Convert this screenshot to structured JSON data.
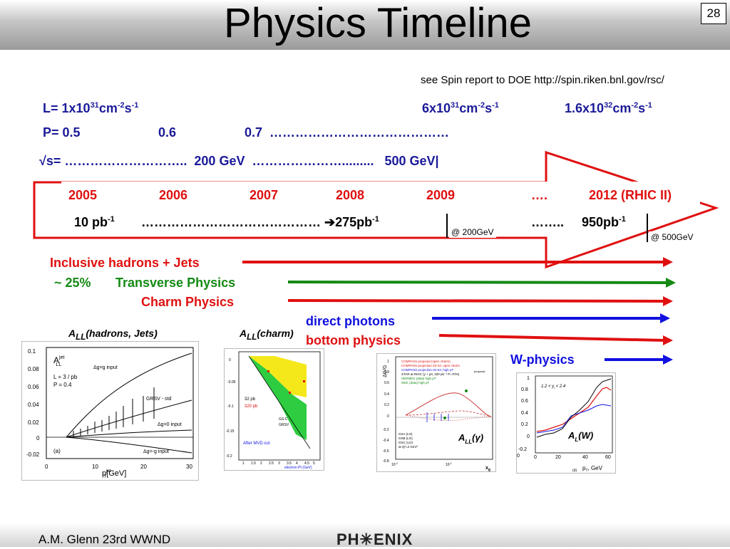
{
  "slide": {
    "title": "Physics Timeline",
    "page_number": "28",
    "note": "see Spin report to DOE http://spin.riken.bnl.gov/rsc/",
    "author": "A.M. Glenn 23rd WWND",
    "logo_text": "PH✳ENIX"
  },
  "luminosity": {
    "label": "L= 1x10",
    "l1_exp": "31",
    "unit_cm": "cm",
    "cm_exp": "-2",
    "unit_s": "s",
    "s_exp": "-1",
    "l2_base": "6x10",
    "l2_exp": "31",
    "l3_base": "1.6x10",
    "l3_exp": "32"
  },
  "polarization": {
    "label": "P= 0.5",
    "p2": "0.6",
    "p3": "0.7  ……………………………………"
  },
  "energy": {
    "text": "√s= ………………………..  200 GeV  ………………….........   500 GeV|"
  },
  "years": [
    "2005",
    "2006",
    "2007",
    "2008",
    "2009",
    "….",
    "2012 (RHIC II)"
  ],
  "integrated_lumi": {
    "first": "10 pb",
    "first_exp": "-1",
    "dots": "…………………………………… ➔275pb",
    "second_exp": "-1",
    "dots2": "……..     950pb",
    "third_exp": "-1",
    "tag1": "@ 200GeV",
    "tag2": "@ 500GeV"
  },
  "programs": {
    "inclusive": "Inclusive hadrons + Jets",
    "tilde": "~ 25%",
    "transverse": "Transverse Physics",
    "charm": "Charm Physics",
    "photons": "direct photons",
    "bottom": "bottom physics",
    "wphysics": "W-physics"
  },
  "captions": {
    "c1_a": "A",
    "c1_sub": "LL",
    "c1_b": "(hadrons, Jets)",
    "c2_a": "A",
    "c2_sub": "LL",
    "c2_b": "(charm)"
  },
  "fig1": {
    "yticks": [
      "0.1",
      "0.08",
      "0.06",
      "0.04",
      "0.02",
      "0",
      "-0.02"
    ],
    "xticks": [
      "0",
      "10",
      "20",
      "30"
    ],
    "legend": "A",
    "legend_sup": "jet",
    "legend_sub": "LL",
    "lumi": "L = 3 / pb",
    "pol": "P = 0.4",
    "l_gg": "Δg=g input",
    "l_grsv": "GRSV - std",
    "l_zero": "Δg=0 input",
    "l_neg": "Δg=-g input",
    "panel": "(a)",
    "xlabel": "p",
    "xlabel_sup": "jet",
    "xlabel_sub": "T",
    "xlabel_unit": "[GeV]"
  },
  "fig2": {
    "l32": "32 pb",
    "l320": "320 pb",
    "lgsc": "GS-C",
    "lgrsv": "GRSV",
    "cut": "After MVD cut",
    "yticks": [
      "0",
      "-0.05",
      "-0.1",
      "-0.15",
      "-0.2"
    ],
    "xticks": [
      "1",
      "1.5",
      "2",
      "2.5",
      "3",
      "3.5",
      "4",
      "4.5",
      "5"
    ],
    "xlabel": "electron Pt (GeV)"
  },
  "fig3": {
    "yaxis": "ΔG/G",
    "yticks": [
      "1",
      "0.8",
      "0.6",
      "0.4",
      "0.2",
      "0",
      "-0.2",
      "-0.4",
      "-0.6",
      "-0.8"
    ],
    "leg": [
      "COMPASS proposal (open charm)",
      "COMPASS projection 02-04: open charm",
      "COMPASS projection 02-04: high pT",
      "STAR at RHIC (γ + jet, 320 pb⁻¹ P=70%)",
      "HERMES (data) high pT",
      "SMC (data) high pT"
    ],
    "tag": "proposal",
    "leg2": [
      "GSA (LO)",
      "GSB (LO)",
      "GSC (LO)",
      "at Q²=2 GeV²"
    ],
    "label_a": "A",
    "label_sub": "LL",
    "label_b": "(γ)",
    "x1": "10",
    "x1_exp": "-2",
    "x2": "10",
    "x2_exp": "-1",
    "xlabel": "x",
    "xlabel_sub": "g"
  },
  "fig4": {
    "range": "1.2 < y",
    "range_sub": "l",
    "range_b": " < 2.4",
    "label_a": "A",
    "label_sub": "L",
    "label_b": "(W)",
    "yticks": [
      "1",
      "0.8",
      "0.6",
      "0.4",
      "0.2",
      "0",
      "-0.2"
    ],
    "xticks": [
      "0",
      "20",
      "40",
      "60"
    ],
    "panel": "(d)",
    "xlabel": "p",
    "xlabel_sub": "T",
    "xlabel_unit": ", GeV",
    "edge_label": "0"
  },
  "colors": {
    "red": "#e01010",
    "green": "#148a14",
    "blue": "#1010e0",
    "navy": "#1a1a99"
  }
}
